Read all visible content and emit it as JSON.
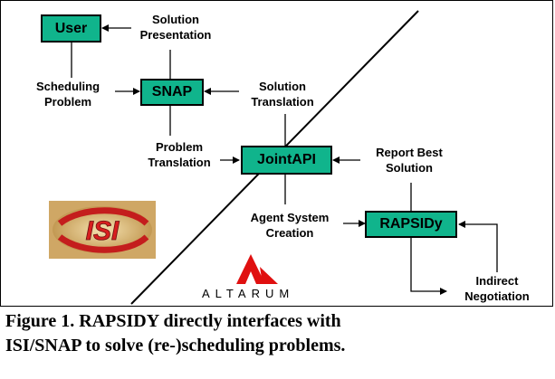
{
  "nodes": {
    "user": "User",
    "snap": "SNAP",
    "jointapi": "JointAPI",
    "rapsidy": "RAPSIDy"
  },
  "labels": {
    "solution_presentation": [
      "Solution",
      "Presentation"
    ],
    "scheduling_problem": [
      "Scheduling",
      "Problem"
    ],
    "solution_translation": [
      "Solution",
      "Translation"
    ],
    "problem_translation": [
      "Problem",
      "Translation"
    ],
    "report_best_solution": [
      "Report Best",
      "Solution"
    ],
    "agent_system_creation": [
      "Agent System",
      "Creation"
    ],
    "indirect_negotiation": [
      "Indirect",
      "Negotiation"
    ]
  },
  "logos": {
    "isi": "ISI",
    "altarum": "ALTARUM"
  },
  "caption": [
    "Figure 1. RAPSIDY directly interfaces with",
    "ISI/SNAP to solve (re-)scheduling problems."
  ],
  "colors": {
    "node_fill": "#10b48c",
    "altarum_red": "#e01010",
    "isi_red": "#d81f1f",
    "isi_tan": "#d8b070"
  }
}
